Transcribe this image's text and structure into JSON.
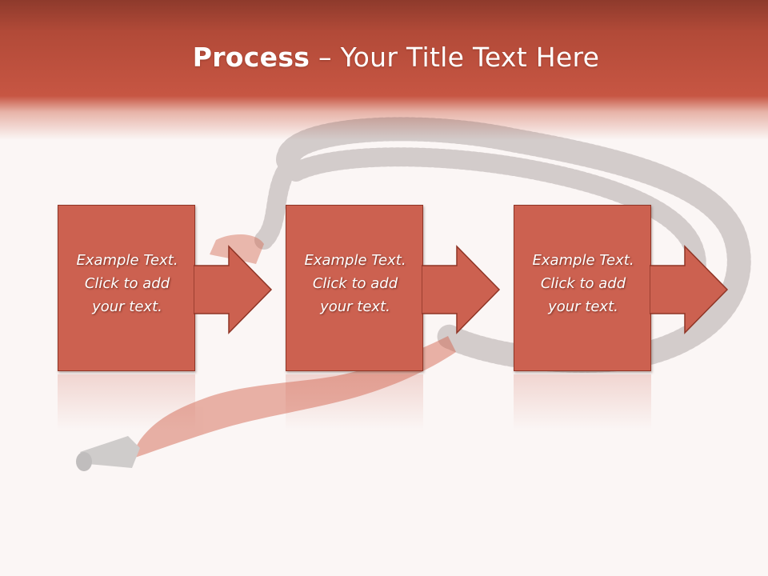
{
  "slide": {
    "title_bold": "Process",
    "title_rest": " – Your Title Text Here"
  },
  "steps": [
    {
      "line1": "Example Text.",
      "line2": "Click  to add",
      "line3": "your text."
    },
    {
      "line1": "Example Text.",
      "line2": "Click  to add",
      "line3": "your text."
    },
    {
      "line1": "Example Text.",
      "line2": "Click  to add",
      "line3": "your text."
    }
  ],
  "colors": {
    "header": "#c75643",
    "box_fill": "#cc6150",
    "box_border": "#8f3526",
    "text": "#ffffff"
  }
}
